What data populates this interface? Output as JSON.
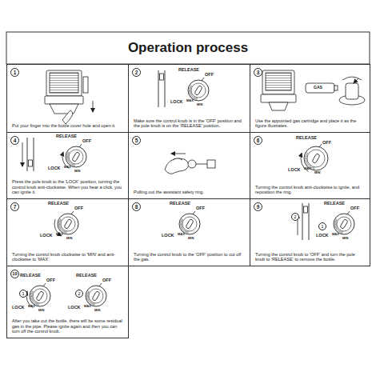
{
  "diagram": {
    "title": "Operation process",
    "nodes": [
      {
        "text": [
          "1",
          "Put your finger into the bottle cover hole and open it."
        ]
      },
      {
        "text": [
          "2",
          "Make sure the control knob is in the 'OFF' position and the pole knob is on the 'RELEASE' position."
        ]
      },
      {
        "text": [
          "3",
          "Use the appointed gas cartridge and place it as the figure illustrates."
        ]
      },
      {
        "text": [
          "4",
          "Press the pole knob to the 'LOCK' position, turning the control knob anti-clockwise. When you hear a click, you can ignite it."
        ]
      },
      {
        "text": [
          "5",
          "Pulling out the assistant safety ring."
        ]
      },
      {
        "text": [
          "6",
          "Turning the control knob anti-clockwise to ignite, and reposition the ring."
        ]
      },
      {
        "text": [
          "7",
          "Turning the control knob clockwise to 'MIN' and anti-clockwise to 'MAX'."
        ]
      },
      {
        "text": [
          "8",
          "Turning the control knob to the 'OFF' position to cut off the gas."
        ]
      },
      {
        "text": [
          "9",
          "Turning the control knob to 'OFF' and turn the pole knob to 'RELEASE' to remove the bottle."
        ]
      },
      {
        "text": [
          "10",
          "After you take out the bottle, there will be some residual gas in the pipe. Please ignite again and then you can turn off the control knob."
        ]
      }
    ],
    "labels": [
      "RELEASE",
      "OFF",
      "LOCK",
      "MIN",
      "MAX",
      "GAS",
      "RELEASE",
      "OFF",
      "LOCK",
      "MIN",
      "MAX",
      "RELEASE",
      "OFF",
      "LOCK",
      "MIN",
      "MAX",
      "RELEASE",
      "OFF",
      "LOCK",
      "MIN",
      "MAX",
      "RELEASE",
      "OFF",
      "LOCK",
      "MIN",
      "MAX",
      "2",
      "1",
      "RELEASE",
      "OFF",
      "LOCK",
      "MIN",
      "MAX",
      "RELEASE",
      "1",
      "OFF",
      "LOCK",
      "MIN",
      "MAX",
      "RELEASE",
      "2",
      "OFF",
      "LOCK",
      "MIN",
      "MAX"
    ]
  }
}
